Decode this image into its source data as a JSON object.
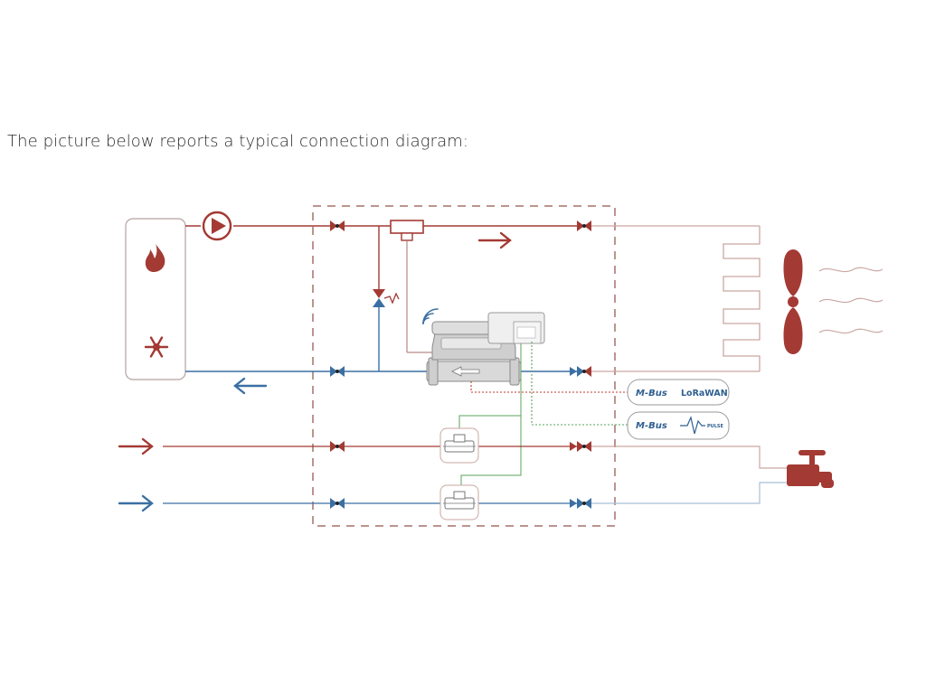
{
  "intro_text": "The picture below reports a typical connection diagram:",
  "colors": {
    "hot": "#a33a33",
    "cold": "#3b6fa3",
    "pipe_light": "#c9a7a2",
    "pipe_light_blue": "#a9bfd6",
    "signal_red": "#c0392b",
    "signal_green": "#5aa35a",
    "boundary": "#a5706a",
    "meter_grey": "#bfbfbf"
  },
  "icons": {
    "pump": "pump-icon",
    "flame": "flame-icon",
    "snowflake": "snowflake-icon",
    "radiator": "radiator-icon",
    "fan": "fan-icon",
    "air": "air-flow-icon",
    "tap": "tap-icon",
    "wireless": "wireless-icon"
  },
  "badges": {
    "mbus_wireless_1": "M-Bus",
    "lorawan": "LoRaWAN",
    "mbus_wired": "M-Bus",
    "pulse": "PULSE"
  }
}
